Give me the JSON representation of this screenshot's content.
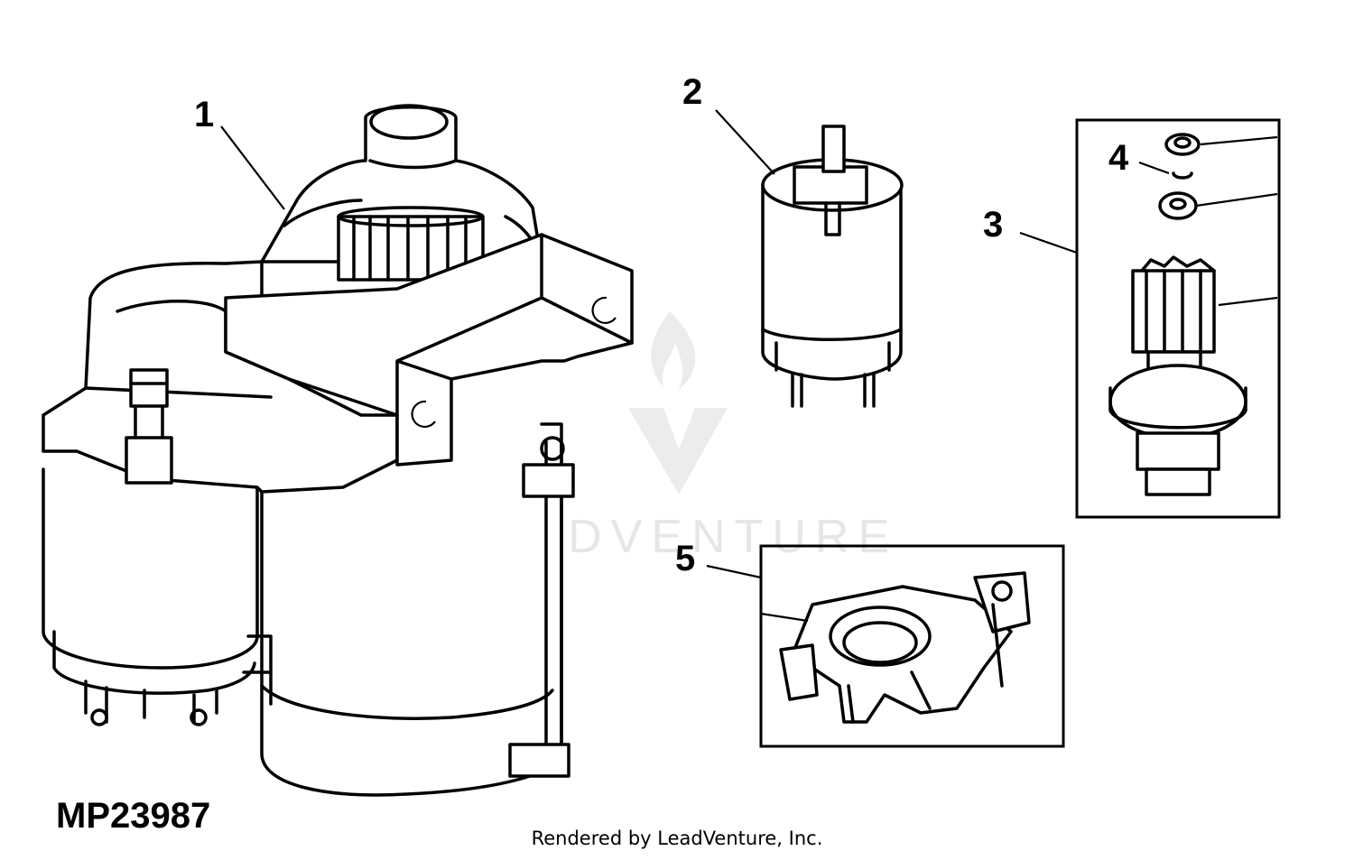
{
  "diagram_code": "MP23987",
  "credit": "Rendered by LeadVenture, Inc.",
  "watermark": {
    "text": "LEADVENTURE",
    "logo_icon": "flame-v-logo-icon",
    "color": "#e6e6e6"
  },
  "callouts": [
    {
      "id": "1",
      "label": "1"
    },
    {
      "id": "2",
      "label": "2"
    },
    {
      "id": "3",
      "label": "3"
    },
    {
      "id": "4",
      "label": "4"
    },
    {
      "id": "5",
      "label": "5"
    }
  ],
  "colors": {
    "line": "#000000",
    "background": "#ffffff"
  }
}
